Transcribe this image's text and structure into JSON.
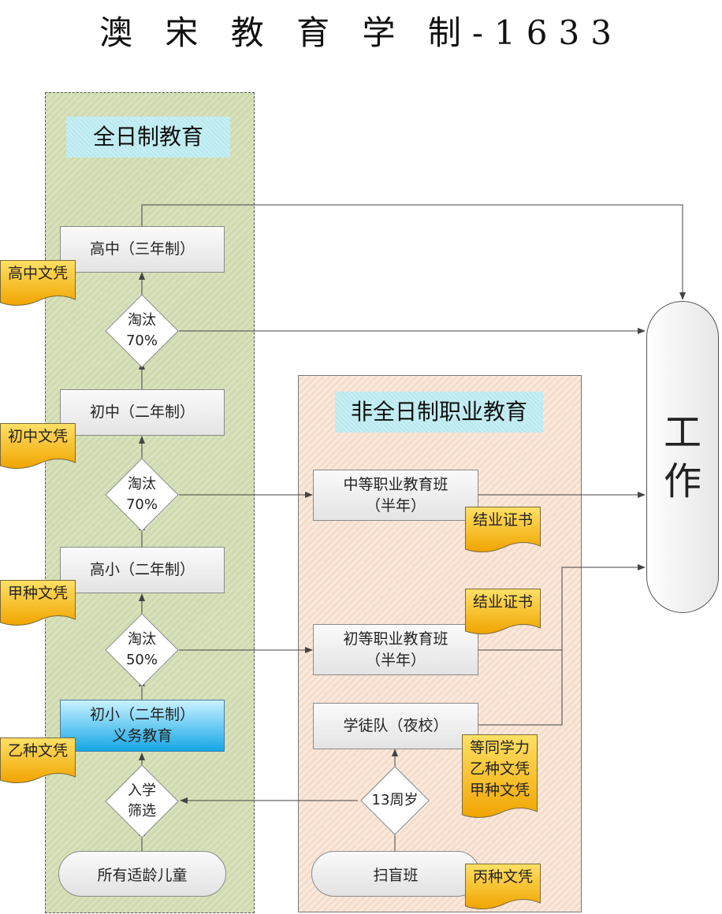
{
  "title": "澳 宋 教 育 学 制-1633",
  "fulltime": {
    "heading": "全日制教育",
    "high_school": "高中（三年制）",
    "junior_high": "初中（二年制）",
    "upper_primary": "高小（二年制）",
    "lower_primary": "初小（二年制）\n义务教育",
    "all_children": "所有适龄儿童",
    "elim_high": "淘汰\n70%",
    "elim_junior": "淘汰\n70%",
    "elim_primary": "淘汰\n50%",
    "admission": "入学\n筛选",
    "cert_high": "高中文凭",
    "cert_junior": "初中文凭",
    "cert_jia": "甲种文凭",
    "cert_yi": "乙种文凭"
  },
  "parttime": {
    "heading": "非全日制职业教育",
    "secondary_voc": "中等职业教育班\n（半年）",
    "primary_voc": "初等职业教育班\n（半年）",
    "apprentice": "学徒队（夜校）",
    "literacy": "扫盲班",
    "age13": "13周岁",
    "cert_complete_1": "结业证书",
    "cert_complete_2": "结业证书",
    "cert_equiv": "等同学力\n乙种文凭\n甲种文凭",
    "cert_bing": "丙种文凭"
  },
  "work": "工\n作"
}
